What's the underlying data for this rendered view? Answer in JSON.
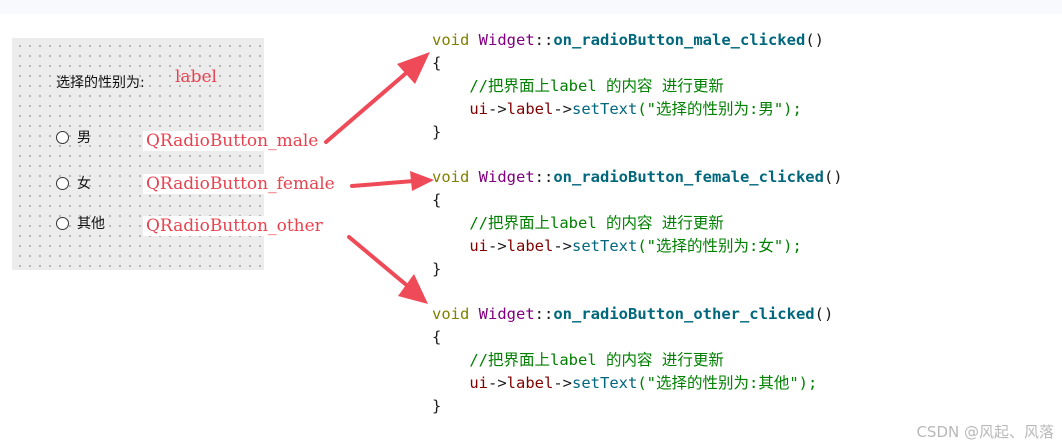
{
  "designer": {
    "prompt_label": "选择的性别为:",
    "radios": [
      {
        "label": "男",
        "annotation": "QRadioButton_male"
      },
      {
        "label": "女",
        "annotation": "QRadioButton_female"
      },
      {
        "label": "其他",
        "annotation": "QRadioButton_other"
      }
    ],
    "label_annotation": "label"
  },
  "code_blocks": [
    {
      "return_type": "void",
      "class_name": "Widget",
      "scope_op": "::",
      "func_name": "on_radioButton_male_clicked",
      "parens": "()",
      "open_brace": "{",
      "comment": "//把界面上label 的内容 进行更新",
      "obj": "ui",
      "arrow1": "->",
      "member": "label",
      "arrow2": "->",
      "method": "setText",
      "arg": "(\"选择的性别为:男\");",
      "close_brace": "}"
    },
    {
      "return_type": "void",
      "class_name": "Widget",
      "scope_op": "::",
      "func_name": "on_radioButton_female_clicked",
      "parens": "()",
      "open_brace": "{",
      "comment": "//把界面上label 的内容 进行更新",
      "obj": "ui",
      "arrow1": "->",
      "member": "label",
      "arrow2": "->",
      "method": "setText",
      "arg": "(\"选择的性别为:女\");",
      "close_brace": "}"
    },
    {
      "return_type": "void",
      "class_name": "Widget",
      "scope_op": "::",
      "func_name": "on_radioButton_other_clicked",
      "parens": "()",
      "open_brace": "{",
      "comment": "//把界面上label 的内容 进行更新",
      "obj": "ui",
      "arrow1": "->",
      "member": "label",
      "arrow2": "->",
      "method": "setText",
      "arg": "(\"选择的性别为:其他\");",
      "close_brace": "}"
    }
  ],
  "watermark": "CSDN @风起、风落",
  "colors": {
    "annotation": "#e8424f",
    "keyword": "#808000",
    "class": "#800080",
    "function": "#00677c",
    "comment": "#008000",
    "arrow": "#ef4a58"
  }
}
